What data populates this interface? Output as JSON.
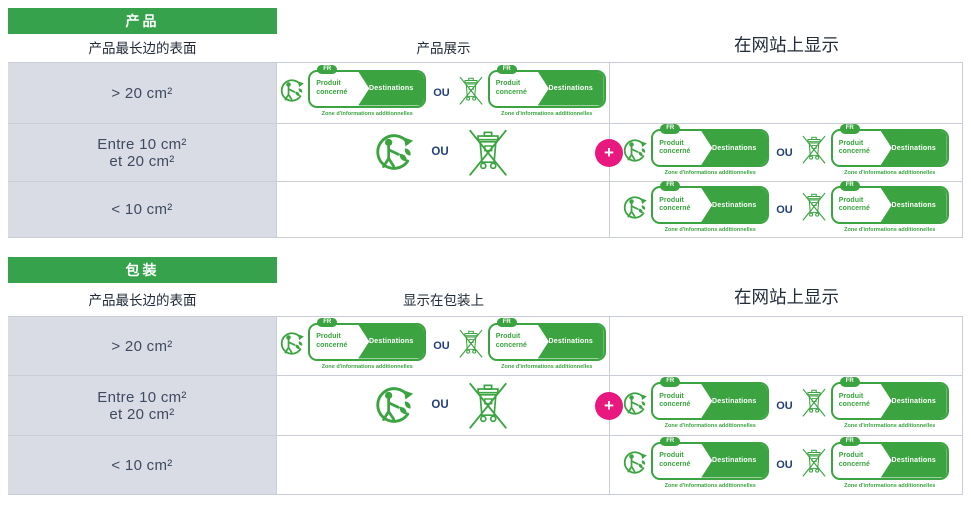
{
  "colors": {
    "green": "#36A24C",
    "logo_green": "#3BA441",
    "pink": "#E8187F",
    "cell_gray": "#DADCE5",
    "border_gray": "#C9CDD6",
    "navy": "#24407A",
    "size_text": "#3E4A61",
    "heading_text": "#222B38"
  },
  "banner": {
    "badge": "FR",
    "product_line1": "Produit",
    "product_line2": "concerné",
    "destinations": "Destinations",
    "zone": "Zone d'informations additionnelles"
  },
  "labels": {
    "ou": "OU",
    "plus": "+"
  },
  "icons": {
    "triman": "triman-recycling-icon",
    "bin": "crossed-out-wheeled-bin-icon"
  },
  "sections": [
    {
      "header": "产品",
      "col1_label": "产品最长边的表面",
      "col2_label": "产品展示",
      "col3_label": "在网站上显示",
      "rows": [
        {
          "size_line1": "> 20 cm²",
          "size_line2": ""
        },
        {
          "size_line1": "Entre 10 cm²",
          "size_line2": "et 20 cm²"
        },
        {
          "size_line1": "< 10 cm²",
          "size_line2": ""
        }
      ]
    },
    {
      "header": "包装",
      "col1_label": "产品最长边的表面",
      "col2_label": "显示在包装上",
      "col3_label": "在网站上显示",
      "rows": [
        {
          "size_line1": "> 20 cm²",
          "size_line2": ""
        },
        {
          "size_line1": "Entre 10 cm²",
          "size_line2": "et 20 cm²"
        },
        {
          "size_line1": "< 10 cm²",
          "size_line2": ""
        }
      ]
    }
  ]
}
